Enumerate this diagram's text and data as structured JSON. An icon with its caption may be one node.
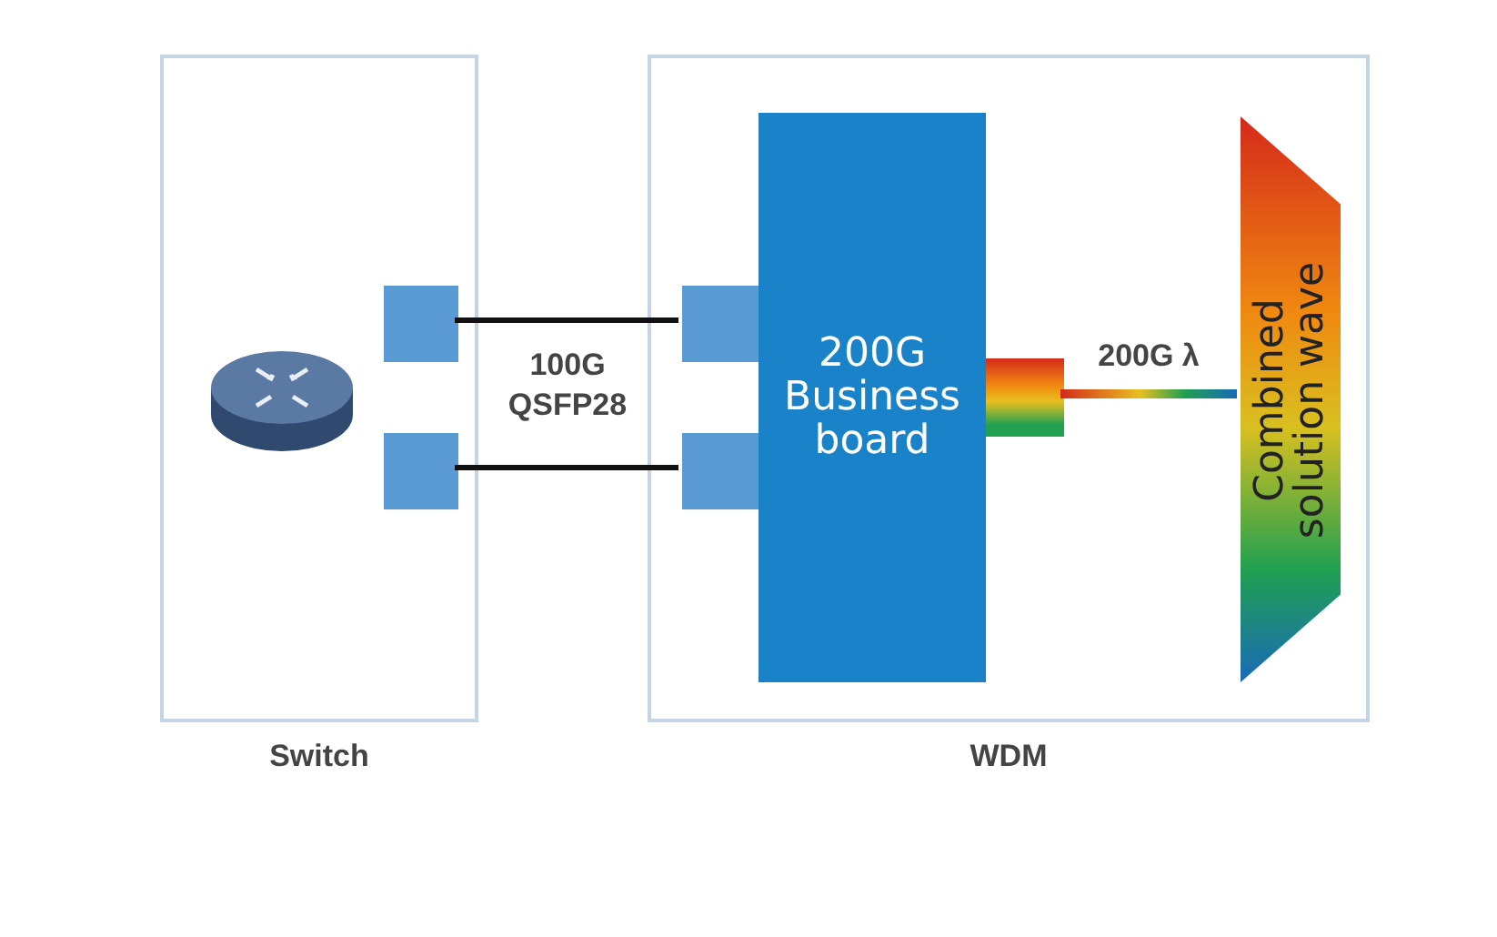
{
  "diagram": {
    "nodes": [
      {
        "text": [
          "Switch"
        ]
      },
      {
        "text": [
          "WDM"
        ]
      },
      {
        "text": [],
        "shape": "box",
        "in": 0
      },
      {
        "text": [],
        "shape": "box",
        "in": 0
      },
      {
        "text": [],
        "shape": "box",
        "in": 1
      },
      {
        "text": [],
        "shape": "box",
        "in": 1
      },
      {
        "text": [
          "200G Business board"
        ],
        "in": 1
      },
      {
        "text": [],
        "shape": "box",
        "in": 1
      },
      {
        "text": [
          "Combined solution wave"
        ],
        "in": 1
      }
    ],
    "edges": [
      {
        "from": 2,
        "to": 4,
        "arrow": "none"
      },
      {
        "from": 3,
        "to": 5,
        "arrow": "none"
      },
      {
        "from": 7,
        "to": 8,
        "arrow": "none",
        "label": "200G λ",
        "style": "thick"
      }
    ],
    "labels": [
      "100G QSFP28"
    ]
  }
}
